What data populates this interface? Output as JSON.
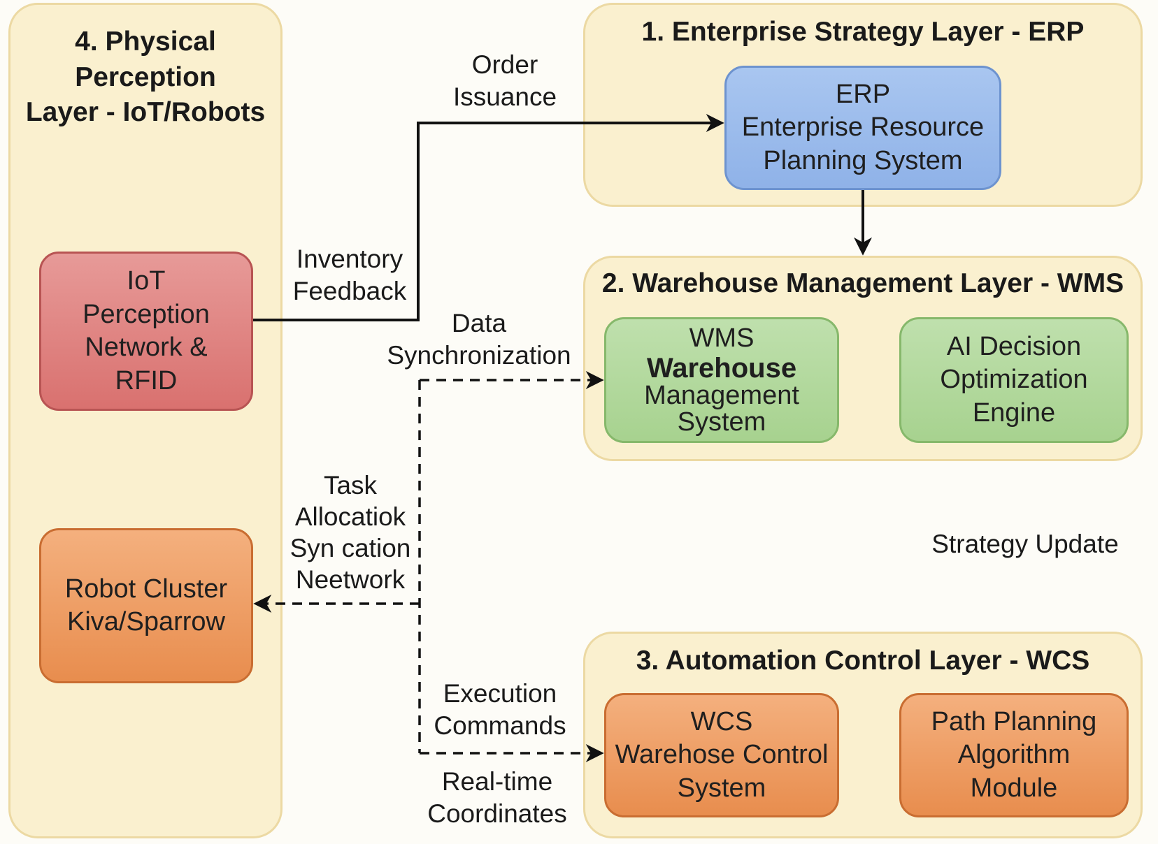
{
  "layers": {
    "physical": {
      "title_lines": [
        "4. Physical",
        "Perception",
        "Layer - IoT/Robots"
      ]
    },
    "erp": {
      "title": "1. Enterprise Strategy Layer - ERP"
    },
    "wms": {
      "title": "2. Warehouse Management Layer - WMS"
    },
    "wcs": {
      "title": "3. Automation Control Layer - WCS"
    }
  },
  "nodes": {
    "erp": {
      "lines": [
        "ERP",
        "Enterprise Resource",
        "Planning System"
      ],
      "color": "#8fb2e8"
    },
    "wms": {
      "lines": [
        "WMS",
        "Warehouse",
        "Management",
        "System"
      ],
      "color": "#a7d28f"
    },
    "ai": {
      "lines": [
        "AI Decision",
        "Optimization",
        "Engine"
      ],
      "color": "#a7d28f"
    },
    "iot": {
      "lines": [
        "IoT",
        "Perception",
        "Network &",
        "RFID"
      ],
      "color": "#d9716f"
    },
    "robot": {
      "lines": [
        "Robot Cluster",
        "Kiva/Sparrow"
      ],
      "color": "#e88d4e"
    },
    "wcs": {
      "lines": [
        "WCS",
        "Warehose Control",
        "System"
      ],
      "color": "#e88d4e"
    },
    "path": {
      "lines": [
        "Path Planning",
        "Algorithm",
        "Module"
      ],
      "color": "#e88d4e"
    }
  },
  "edge_labels": {
    "order": [
      "Order",
      "Issuance"
    ],
    "inventory": [
      "Inventory",
      "Feedback"
    ],
    "data_sync": [
      "Data",
      "Synchronization"
    ],
    "task": [
      "Task",
      "Allocatiok",
      "Syn cation",
      "Neetwork"
    ],
    "strategy": [
      "Strategy Update"
    ],
    "execution": [
      "Execution",
      "Commands"
    ],
    "realtime": [
      "Real-time",
      "Coordinates"
    ]
  },
  "colors": {
    "layer_fill": "#faf0cf",
    "layer_border": "#ecd9a3",
    "edge": "#111111"
  }
}
